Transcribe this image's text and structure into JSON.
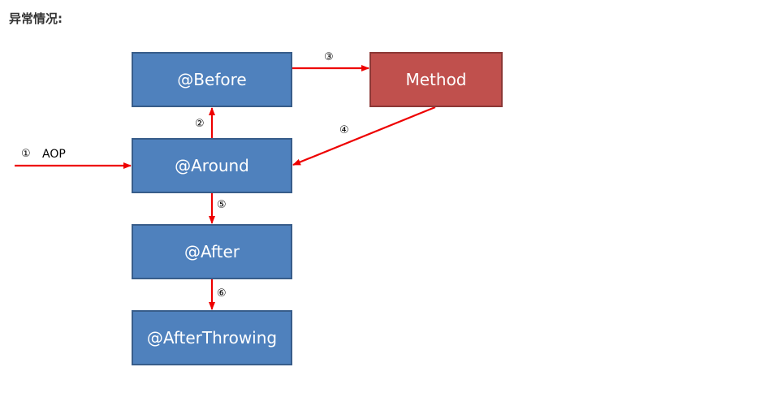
{
  "heading": "异常情况:",
  "boxes": {
    "before": "@Before",
    "method": "Method",
    "around": "@Around",
    "after": "@After",
    "afterthrowing": "@AfterThrowing"
  },
  "steps": {
    "s1": "①",
    "aop": "AOP",
    "s2": "②",
    "s3": "③",
    "s4": "④",
    "s5": "⑤",
    "s6": "⑥"
  },
  "colors": {
    "box_blue": "#4f81bd",
    "box_red": "#c0504d",
    "arrow": "#ee0000"
  }
}
